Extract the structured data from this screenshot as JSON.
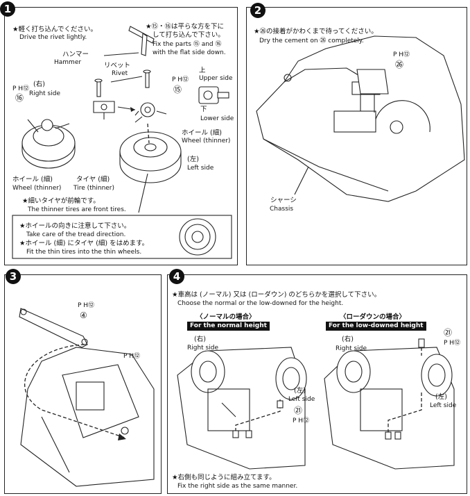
{
  "steps": {
    "s1": {
      "num": "1"
    },
    "s2": {
      "num": "2"
    },
    "s3": {
      "num": "3"
    },
    "s4": {
      "num": "4"
    }
  },
  "step1": {
    "rivet_jp": "★軽く打ち込んでください。",
    "rivet_en": "Drive the rivet lightly.",
    "flat_jp1": "★⑮・⑯は平らな方を下に",
    "flat_jp2": "して打ち込んで下さい。",
    "flat_en1": "Fix the parts ⑮ and ⑯",
    "flat_en2": "with the flat side down.",
    "hammer_jp": "ハンマー",
    "hammer_en": "Hammer",
    "rivet_label_jp": "リベット",
    "rivet_label_en": "Rivet",
    "upper_jp": "上",
    "upper_en": "Upper side",
    "lower_jp": "下",
    "lower_en": "Lower side",
    "part_ph12_a": "P H⑫",
    "part_15": "⑮",
    "part_ph12_b": "P H⑫",
    "right_jp": "(右)",
    "right_en": "Right side",
    "part_16": "⑯",
    "wheel_thin_jp_r": "ホイール (細)",
    "wheel_thin_en_r": "Wheel (thinner)",
    "left_jp": "(左)",
    "left_en": "Left side",
    "wheel_thin_jp_l": "ホイール (細)",
    "wheel_thin_en_l": "Wheel (thinner)",
    "tire_thin_jp": "タイヤ (細)",
    "tire_thin_en": "Tire (thinner)",
    "front_jp": "★細いタイヤが前輪です。",
    "front_en": "The thinner tires are front tires.",
    "tread_jp": "★ホイールの向きに注意して下さい。",
    "tread_en": "Take care of the tread direction.",
    "fit_jp": "★ホイール (細) にタイヤ (細) をはめます。",
    "fit_en": "Fit the thin tires into the thin wheels."
  },
  "step2": {
    "dry_jp": "★㉖の接着がかわくまで待ってください。",
    "dry_en": "Dry the cement on ㉖ completely.",
    "part_ph12": "P H⑫",
    "part_26": "㉖",
    "chassis_jp": "シャーシ",
    "chassis_en": "Chassis"
  },
  "step3": {
    "part_ph12_a": "P H⑫",
    "part_4": "④",
    "part_ph12_b": "P H⑫"
  },
  "step4": {
    "choose_jp": "★車高は (ノーマル) 又は (ローダウン) のどちらかを選択して下さい。",
    "choose_en": "Choose the normal or the low-downed for the height.",
    "normal_jp": "〈ノーマルの場合〉",
    "normal_en": "For the normal height",
    "low_jp": "〈ローダウンの場合〉",
    "low_en": "For the low-downed height",
    "right_jp_a": "(右)",
    "right_en_a": "Right side",
    "right_jp_b": "(右)",
    "right_en_b": "Right side",
    "left_jp_a": "(左)",
    "left_en_a": "Left side",
    "left_jp_b": "(左)",
    "left_en_b": "Left side",
    "part_21_a": "㉑",
    "part_ph12_a": "P H⑫",
    "part_21_b": "㉑",
    "part_ph12_b": "P H⑫",
    "same_jp": "★右側も同じように組み立てます。",
    "same_en": "Fix the right side as the same manner."
  }
}
